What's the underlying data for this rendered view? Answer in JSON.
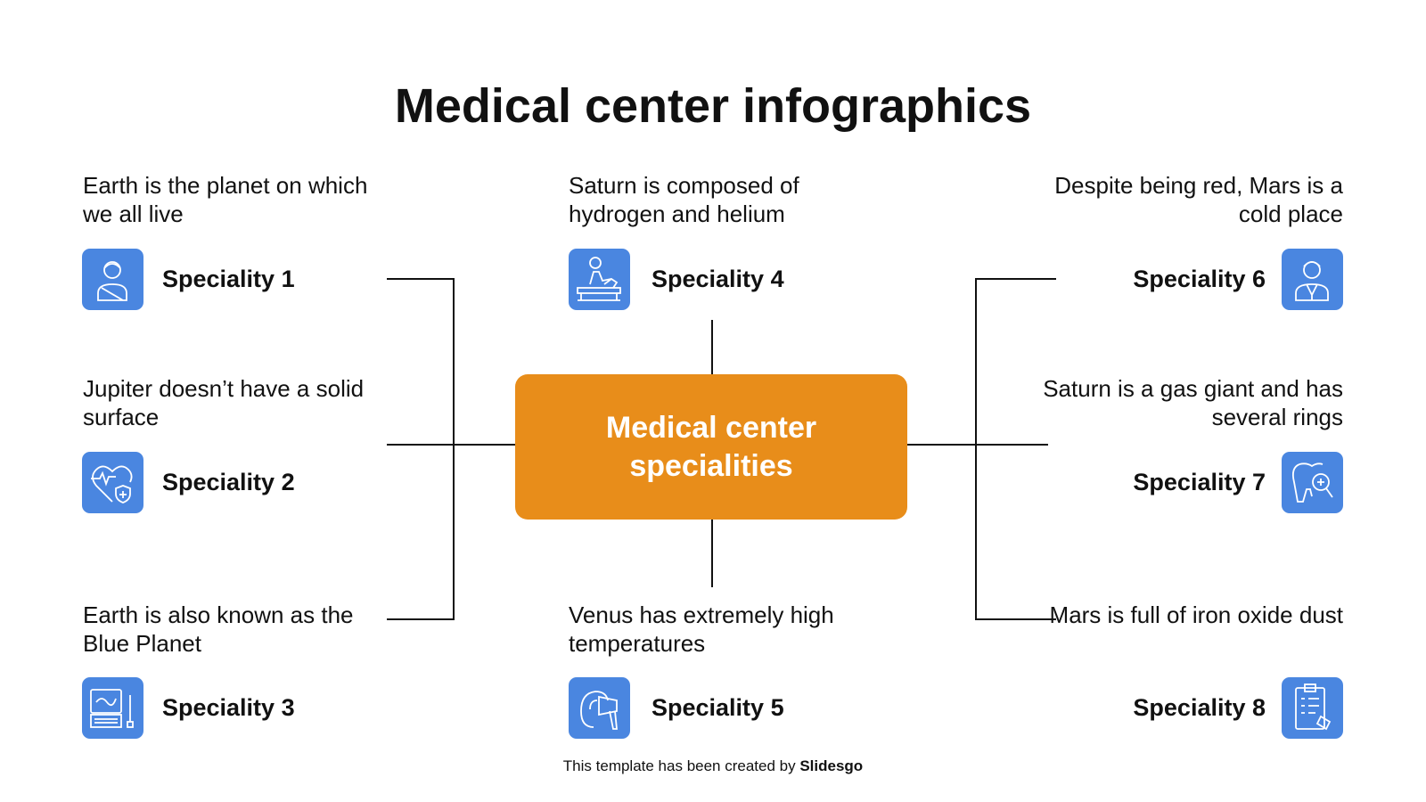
{
  "title": "Medical center infographics",
  "center": {
    "line1": "Medical center",
    "line2": "specialities"
  },
  "colors": {
    "accent": "#E88D1A",
    "icon": "#4A86E0"
  },
  "items": [
    {
      "label": "Speciality 1",
      "desc": "Earth is the planet on which we all live",
      "icon": "patient-icon"
    },
    {
      "label": "Speciality 2",
      "desc": "Jupiter doesn’t have a solid surface",
      "icon": "heart-shield-icon"
    },
    {
      "label": "Speciality 3",
      "desc": "Earth is also known as the Blue Planet",
      "icon": "medical-monitor-icon"
    },
    {
      "label": "Speciality 4",
      "desc": "Saturn is composed of hydrogen and helium",
      "icon": "physiotherapy-icon"
    },
    {
      "label": "Speciality 5",
      "desc": "Venus has extremely high temperatures",
      "icon": "ear-otoscope-icon"
    },
    {
      "label": "Speciality 6",
      "desc": "Despite being red, Mars is a cold place",
      "icon": "doctor-icon"
    },
    {
      "label": "Speciality 7",
      "desc": "Saturn is a gas giant and has several rings",
      "icon": "tooth-magnifier-icon"
    },
    {
      "label": "Speciality 8",
      "desc": "Mars is full of iron oxide dust",
      "icon": "clipboard-icon"
    }
  ],
  "footer": {
    "prefix": "This template has been created by ",
    "brand": "Slidesgo"
  }
}
